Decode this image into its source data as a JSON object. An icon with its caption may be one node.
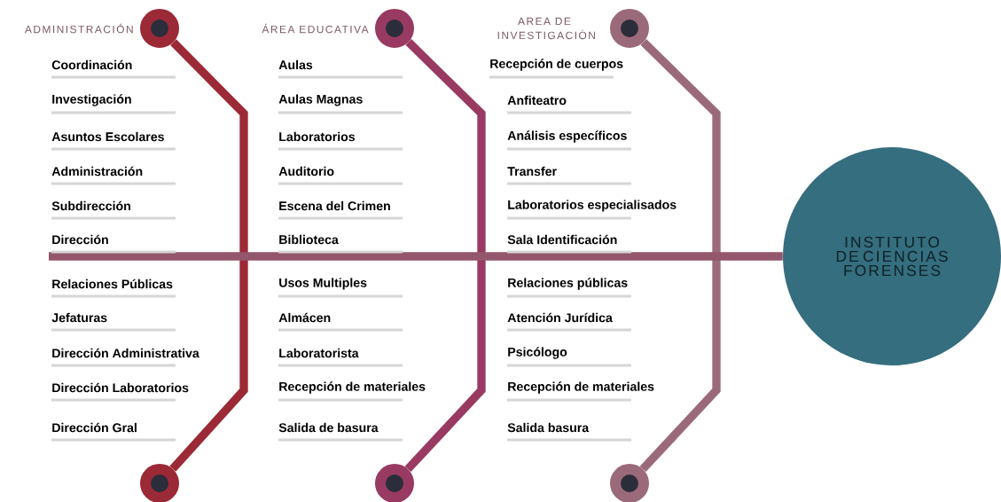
{
  "diagram": {
    "nodes": [
      {
        "text": [
          "ADMINISTRACIÓN"
        ]
      },
      {
        "text": [
          "ÁREA EDUCATIVA"
        ]
      },
      {
        "text": [
          "AREA DE INVESTIGACIÓN"
        ]
      },
      {
        "text": [],
        "shape": "circle"
      },
      {
        "text": [],
        "shape": "circle"
      },
      {
        "text": [],
        "shape": "circle"
      },
      {
        "text": [
          "INSTITUTO DE CIENCIAS FORENSES"
        ]
      }
    ],
    "edges": [
      {
        "from": 0,
        "to": 3,
        "arrow": "none",
        "color": "#9c2936"
      },
      {
        "from": 1,
        "to": 4,
        "arrow": "none",
        "color": "#993a62"
      },
      {
        "from": 2,
        "to": 5,
        "arrow": "none",
        "color": "#9b6a7a"
      },
      {
        "from": null,
        "to": 6,
        "arrow": "none",
        "color": "#93566c"
      }
    ],
    "labels": [
      "Coordinación",
      "Investigación",
      "Asuntos Escolares",
      "Administración",
      "Subdirección",
      "Dirección",
      "Relaciones Públicas",
      "Jefaturas",
      "Dirección Administrativa",
      "Dirección Laboratorios",
      "Dirección Gral",
      "Aulas",
      "Aulas Magnas",
      "Laboratorios",
      "Auditorio",
      "Escena del Crimen",
      "Biblioteca",
      "Usos Multiples",
      "Almácen",
      "Laboratorista",
      "Recepción de materiales",
      "Salida de basura",
      "Recepción de cuerpos",
      "Anfiteatro",
      "Análisis específicos",
      "Transfer",
      "Laboratorios especialisados",
      "Sala Identificación",
      "Relaciones públicas",
      "Atención Jurídica",
      "Psicólogo",
      "Recepción de materiales",
      "Salida basura"
    ]
  }
}
